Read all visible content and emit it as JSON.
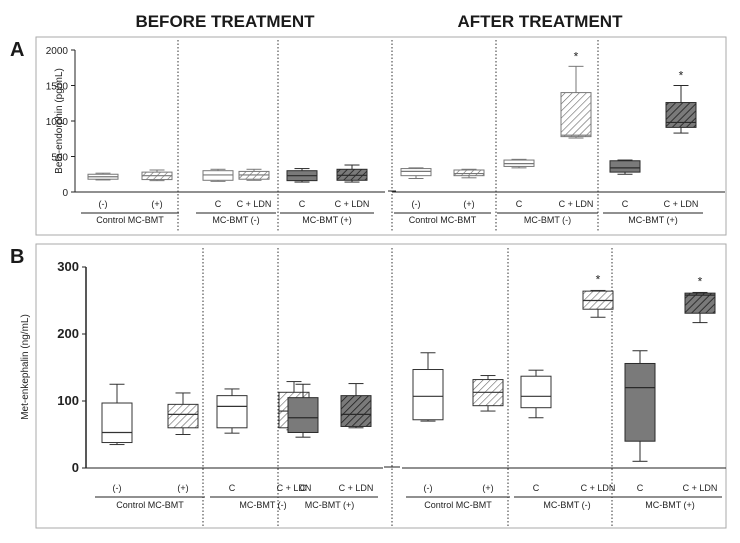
{
  "headers": {
    "before": "BEFORE TREATMENT",
    "after": "AFTER TREATMENT"
  },
  "chart_data": [
    {
      "type": "boxplot",
      "panel_label": "A",
      "title": "",
      "ylabel": "Beta-endorphin (pg/mL)",
      "xlabel": "",
      "ylim": [
        0,
        2000
      ],
      "yticks": [
        0,
        500,
        1000,
        1500,
        2000
      ],
      "colors": {
        "open": "#ffffff",
        "dark": "#7a7a7a"
      },
      "groups": [
        {
          "label": "Control MC-BMT",
          "phase": "before",
          "categories": [
            {
              "label": "(-)",
              "min": 170,
              "q1": 180,
              "median": 215,
              "q3": 250,
              "max": 265,
              "fill": "open",
              "hatch": false,
              "star": false
            },
            {
              "label": "(+)",
              "min": 160,
              "q1": 175,
              "median": 230,
              "q3": 280,
              "max": 310,
              "fill": "open",
              "hatch": true,
              "star": false
            }
          ]
        },
        {
          "label": "MC-BMT (-)",
          "phase": "before",
          "categories": [
            {
              "label": "C",
              "min": 150,
              "q1": 165,
              "median": 240,
              "q3": 300,
              "max": 320,
              "fill": "open",
              "hatch": false,
              "star": false
            },
            {
              "label": "C + LDN",
              "min": 165,
              "q1": 180,
              "median": 240,
              "q3": 290,
              "max": 320,
              "fill": "open",
              "hatch": true,
              "star": false
            }
          ]
        },
        {
          "label": "MC-BMT (+)",
          "phase": "before",
          "categories": [
            {
              "label": "C",
              "min": 140,
              "q1": 160,
              "median": 230,
              "q3": 300,
              "max": 330,
              "fill": "dark",
              "hatch": false,
              "star": false
            },
            {
              "label": "C + LDN",
              "min": 140,
              "q1": 165,
              "median": 235,
              "q3": 320,
              "max": 380,
              "fill": "dark",
              "hatch": true,
              "star": false
            }
          ]
        },
        {
          "label": "Control MC-BMT",
          "phase": "after",
          "categories": [
            {
              "label": "(-)",
              "min": 190,
              "q1": 230,
              "median": 290,
              "q3": 330,
              "max": 340,
              "fill": "open",
              "hatch": false,
              "star": false
            },
            {
              "label": "(+)",
              "min": 200,
              "q1": 230,
              "median": 260,
              "q3": 310,
              "max": 320,
              "fill": "open",
              "hatch": true,
              "star": false
            }
          ]
        },
        {
          "label": "MC-BMT (-)",
          "phase": "after",
          "categories": [
            {
              "label": "C",
              "min": 340,
              "q1": 360,
              "median": 400,
              "q3": 450,
              "max": 460,
              "fill": "open",
              "hatch": false,
              "star": false
            },
            {
              "label": "C + LDN",
              "min": 760,
              "q1": 780,
              "median": 800,
              "q3": 1400,
              "max": 1770,
              "fill": "open",
              "hatch": true,
              "star": true
            }
          ]
        },
        {
          "label": "MC-BMT (+)",
          "phase": "after",
          "categories": [
            {
              "label": "C",
              "min": 250,
              "q1": 280,
              "median": 340,
              "q3": 440,
              "max": 450,
              "fill": "dark",
              "hatch": false,
              "star": false
            },
            {
              "label": "C + LDN",
              "min": 830,
              "q1": 910,
              "median": 980,
              "q3": 1260,
              "max": 1500,
              "fill": "dark",
              "hatch": true,
              "star": true
            }
          ]
        }
      ]
    },
    {
      "type": "boxplot",
      "panel_label": "B",
      "title": "",
      "ylabel": "Met-enkephalin (ng/mL)",
      "xlabel": "",
      "ylim": [
        0,
        300
      ],
      "yticks": [
        0,
        100,
        200,
        300
      ],
      "colors": {
        "open": "#ffffff",
        "dark": "#7a7a7a"
      },
      "groups": [
        {
          "label": "Control MC-BMT",
          "phase": "before",
          "categories": [
            {
              "label": "(-)",
              "min": 35,
              "q1": 38,
              "median": 53,
              "q3": 97,
              "max": 125,
              "fill": "open",
              "hatch": false,
              "star": false
            },
            {
              "label": "(+)",
              "min": 50,
              "q1": 60,
              "median": 80,
              "q3": 95,
              "max": 112,
              "fill": "open",
              "hatch": true,
              "star": false
            }
          ]
        },
        {
          "label": "MC-BMT (-)",
          "phase": "before",
          "categories": [
            {
              "label": "C",
              "min": 52,
              "q1": 60,
              "median": 92,
              "q3": 108,
              "max": 118,
              "fill": "open",
              "hatch": false,
              "star": false
            },
            {
              "label": "C + LDN",
              "min": 57,
              "q1": 60,
              "median": 85,
              "q3": 113,
              "max": 129,
              "fill": "open",
              "hatch": true,
              "star": false
            }
          ]
        },
        {
          "label": "MC-BMT (+)",
          "phase": "before",
          "categories": [
            {
              "label": "C",
              "min": 46,
              "q1": 53,
              "median": 75,
              "q3": 105,
              "max": 125,
              "fill": "dark",
              "hatch": false,
              "star": false
            },
            {
              "label": "C + LDN",
              "min": 60,
              "q1": 62,
              "median": 80,
              "q3": 108,
              "max": 126,
              "fill": "dark",
              "hatch": true,
              "star": false
            }
          ]
        },
        {
          "label": "Control MC-BMT",
          "phase": "after",
          "categories": [
            {
              "label": "(-)",
              "min": 70,
              "q1": 72,
              "median": 107,
              "q3": 147,
              "max": 172,
              "fill": "open",
              "hatch": false,
              "star": false
            },
            {
              "label": "(+)",
              "min": 85,
              "q1": 93,
              "median": 113,
              "q3": 132,
              "max": 138,
              "fill": "open",
              "hatch": true,
              "star": false
            }
          ]
        },
        {
          "label": "MC-BMT (-)",
          "phase": "after",
          "categories": [
            {
              "label": "C",
              "min": 75,
              "q1": 90,
              "median": 107,
              "q3": 137,
              "max": 146,
              "fill": "open",
              "hatch": false,
              "star": false
            },
            {
              "label": "C + LDN",
              "min": 225,
              "q1": 237,
              "median": 250,
              "q3": 264,
              "max": 265,
              "fill": "open",
              "hatch": true,
              "star": true
            }
          ]
        },
        {
          "label": "MC-BMT (+)",
          "phase": "after",
          "categories": [
            {
              "label": "C",
              "min": 10,
              "q1": 40,
              "median": 120,
              "q3": 156,
              "max": 175,
              "fill": "dark",
              "hatch": false,
              "star": false
            },
            {
              "label": "C + LDN",
              "min": 217,
              "q1": 231,
              "median": 258,
              "q3": 261,
              "max": 262,
              "fill": "dark",
              "hatch": true,
              "star": true
            }
          ]
        }
      ]
    }
  ]
}
